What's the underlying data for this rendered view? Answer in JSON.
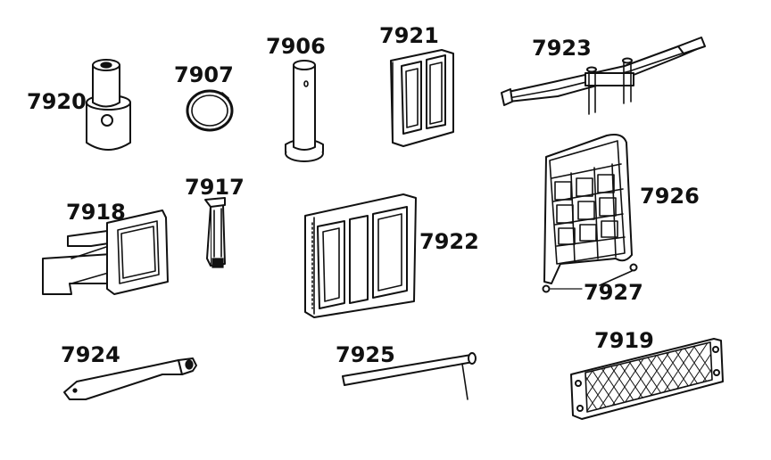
{
  "parts": [
    {
      "id": "7920",
      "label": "7920"
    },
    {
      "id": "7907",
      "label": "7907"
    },
    {
      "id": "7906",
      "label": "7906"
    },
    {
      "id": "7921",
      "label": "7921"
    },
    {
      "id": "7923",
      "label": "7923"
    },
    {
      "id": "7918",
      "label": "7918"
    },
    {
      "id": "7917",
      "label": "7917"
    },
    {
      "id": "7922",
      "label": "7922"
    },
    {
      "id": "7926",
      "label": "7926"
    },
    {
      "id": "7927",
      "label": "7927"
    },
    {
      "id": "7924",
      "label": "7924"
    },
    {
      "id": "7925",
      "label": "7925"
    },
    {
      "id": "7919",
      "label": "7919"
    }
  ],
  "ink_color": "#111111",
  "background_color": "#ffffff"
}
